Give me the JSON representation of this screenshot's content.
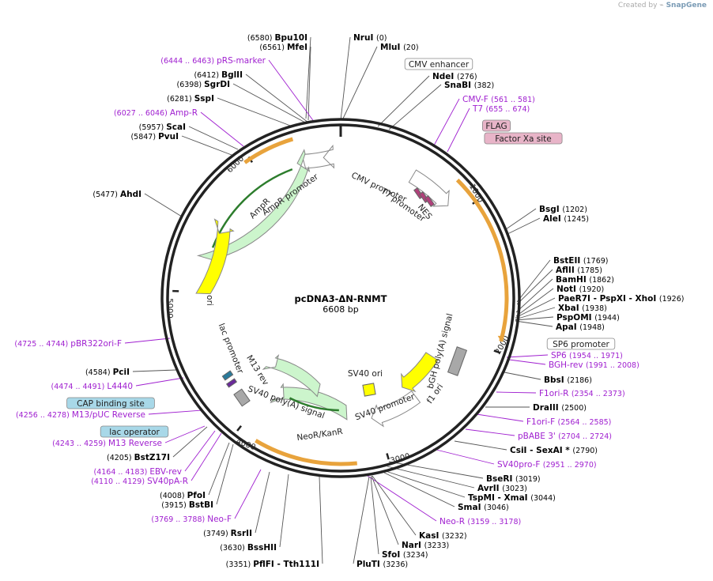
{
  "credit": {
    "prefix": "Created by",
    "brand": "SnapGene"
  },
  "plasmid": {
    "name": "pcDNA3-ΔN-RNMT",
    "size_label": "6608 bp",
    "length": 6608
  },
  "colors": {
    "primer": "#a020d0",
    "enzyme_label": "#000000",
    "backbone": "#222222",
    "orange": "#e8a33c",
    "green_arrow": "#ccf5cc",
    "green_dark": "#2d7d2d",
    "yellow": "#ffff00",
    "gray": "#a8a8a8",
    "flag_box": "#e8b4c8",
    "blue_box": "#a8d8e8"
  },
  "ticks": [
    {
      "pos": 1000,
      "label": "1000"
    },
    {
      "pos": 2000,
      "label": "2000"
    },
    {
      "pos": 3000,
      "label": "3000"
    },
    {
      "pos": 4000,
      "label": "4000"
    },
    {
      "pos": 5000,
      "label": "5000"
    },
    {
      "pos": 6000,
      "label": "6000"
    }
  ],
  "features": [
    {
      "name": "CMV enhancer",
      "type": "boxed"
    },
    {
      "name": "CMV promoter",
      "type": "arrow"
    },
    {
      "name": "T7 promoter",
      "type": "arrow"
    },
    {
      "name": "NES",
      "type": "arrow"
    },
    {
      "name": "FLAG",
      "type": "boxed"
    },
    {
      "name": "Factor Xa site",
      "type": "boxed"
    },
    {
      "name": "bGH poly(A) signal",
      "type": "box"
    },
    {
      "name": "SP6 promoter",
      "type": "boxed"
    },
    {
      "name": "f1 ori",
      "type": "arrow"
    },
    {
      "name": "SV40 promoter",
      "type": "arrow"
    },
    {
      "name": "SV40 ori",
      "type": "box"
    },
    {
      "name": "NeoR/KanR",
      "type": "arrow"
    },
    {
      "name": "SV40 poly(A) signal",
      "type": "box"
    },
    {
      "name": "CAP binding site",
      "type": "boxed"
    },
    {
      "name": "lac operator",
      "type": "boxed"
    },
    {
      "name": "M13 rev",
      "type": "arrow"
    },
    {
      "name": "lac promoter",
      "type": "arrow"
    },
    {
      "name": "ori",
      "type": "arrow"
    },
    {
      "name": "AmpR",
      "type": "arrow"
    },
    {
      "name": "AmpR promoter",
      "type": "arrow"
    }
  ],
  "labels": [
    {
      "name": "Bpu10I",
      "pos": "(6580)",
      "kind": "enzyme"
    },
    {
      "name": "MfeI",
      "pos": "(6561)",
      "kind": "enzyme"
    },
    {
      "name": "NruI",
      "pos": "(0)",
      "kind": "enzyme"
    },
    {
      "name": "MluI",
      "pos": "(20)",
      "kind": "enzyme"
    },
    {
      "name": "NdeI",
      "pos": "(276)",
      "kind": "enzyme"
    },
    {
      "name": "SnaBI",
      "pos": "(382)",
      "kind": "enzyme"
    },
    {
      "name": "pRS-marker",
      "pos": "(6444 .. 6463)",
      "kind": "primer"
    },
    {
      "name": "BglII",
      "pos": "(6412)",
      "kind": "enzyme"
    },
    {
      "name": "SgrDI",
      "pos": "(6398)",
      "kind": "enzyme"
    },
    {
      "name": "SspI",
      "pos": "(6281)",
      "kind": "enzyme"
    },
    {
      "name": "Amp-R",
      "pos": "(6027 .. 6046)",
      "kind": "primer"
    },
    {
      "name": "CMV-F",
      "pos": "(561 .. 581)",
      "kind": "primer"
    },
    {
      "name": "T7",
      "pos": "(655 .. 674)",
      "kind": "primer"
    },
    {
      "name": "ScaI",
      "pos": "(5957)",
      "kind": "enzyme"
    },
    {
      "name": "PvuI",
      "pos": "(5847)",
      "kind": "enzyme"
    },
    {
      "name": "AhdI",
      "pos": "(5477)",
      "kind": "enzyme"
    },
    {
      "name": "BsgI",
      "pos": "(1202)",
      "kind": "enzyme"
    },
    {
      "name": "AleI",
      "pos": "(1245)",
      "kind": "enzyme"
    },
    {
      "name": "BstEII",
      "pos": "(1769)",
      "kind": "enzyme"
    },
    {
      "name": "AflII",
      "pos": "(1785)",
      "kind": "enzyme"
    },
    {
      "name": "BamHI",
      "pos": "(1862)",
      "kind": "enzyme"
    },
    {
      "name": "NotI",
      "pos": "(1920)",
      "kind": "enzyme"
    },
    {
      "name": "PaeR7I - PspXI - XhoI",
      "pos": "(1926)",
      "kind": "enzyme"
    },
    {
      "name": "XbaI",
      "pos": "(1938)",
      "kind": "enzyme"
    },
    {
      "name": "PspOMI",
      "pos": "(1944)",
      "kind": "enzyme"
    },
    {
      "name": "ApaI",
      "pos": "(1948)",
      "kind": "enzyme"
    },
    {
      "name": "SP6",
      "pos": "(1954 .. 1971)",
      "kind": "primer"
    },
    {
      "name": "BGH-rev",
      "pos": "(1991 .. 2008)",
      "kind": "primer"
    },
    {
      "name": "pBR322ori-F",
      "pos": "(4725 .. 4744)",
      "kind": "primer"
    },
    {
      "name": "PciI",
      "pos": "(4584)",
      "kind": "enzyme"
    },
    {
      "name": "L4440",
      "pos": "(4474 .. 4491)",
      "kind": "primer"
    },
    {
      "name": "M13/pUC Reverse",
      "pos": "(4256 .. 4278)",
      "kind": "primer"
    },
    {
      "name": "M13 Reverse",
      "pos": "(4243 .. 4259)",
      "kind": "primer"
    },
    {
      "name": "BstZ17I",
      "pos": "(4205)",
      "kind": "enzyme"
    },
    {
      "name": "EBV-rev",
      "pos": "(4164 .. 4183)",
      "kind": "primer"
    },
    {
      "name": "SV40pA-R",
      "pos": "(4110 .. 4129)",
      "kind": "primer"
    },
    {
      "name": "PfoI",
      "pos": "(4008)",
      "kind": "enzyme"
    },
    {
      "name": "BstBI",
      "pos": "(3915)",
      "kind": "enzyme"
    },
    {
      "name": "Neo-F",
      "pos": "(3769 .. 3788)",
      "kind": "primer"
    },
    {
      "name": "RsrII",
      "pos": "(3749)",
      "kind": "enzyme"
    },
    {
      "name": "BssHII",
      "pos": "(3630)",
      "kind": "enzyme"
    },
    {
      "name": "PflFI - Tth111I",
      "pos": "(3351)",
      "kind": "enzyme"
    },
    {
      "name": "BbsI",
      "pos": "(2186)",
      "kind": "enzyme"
    },
    {
      "name": "F1ori-R",
      "pos": "(2354 .. 2373)",
      "kind": "primer"
    },
    {
      "name": "DraIII",
      "pos": "(2500)",
      "kind": "enzyme"
    },
    {
      "name": "F1ori-F",
      "pos": "(2564 .. 2585)",
      "kind": "primer"
    },
    {
      "name": "pBABE 3'",
      "pos": "(2704 .. 2724)",
      "kind": "primer"
    },
    {
      "name": "CsiI - SexAI *",
      "pos": "(2790)",
      "kind": "enzyme"
    },
    {
      "name": "SV40pro-F",
      "pos": "(2951 .. 2970)",
      "kind": "primer"
    },
    {
      "name": "BseRI",
      "pos": "(3019)",
      "kind": "enzyme"
    },
    {
      "name": "AvrII",
      "pos": "(3023)",
      "kind": "enzyme"
    },
    {
      "name": "TspMI - XmaI",
      "pos": "(3044)",
      "kind": "enzyme"
    },
    {
      "name": "SmaI",
      "pos": "(3046)",
      "kind": "enzyme"
    },
    {
      "name": "Neo-R",
      "pos": "(3159 .. 3178)",
      "kind": "primer"
    },
    {
      "name": "KasI",
      "pos": "(3232)",
      "kind": "enzyme"
    },
    {
      "name": "NarI",
      "pos": "(3233)",
      "kind": "enzyme"
    },
    {
      "name": "SfoI",
      "pos": "(3234)",
      "kind": "enzyme"
    },
    {
      "name": "PluTI",
      "pos": "(3236)",
      "kind": "enzyme"
    }
  ]
}
